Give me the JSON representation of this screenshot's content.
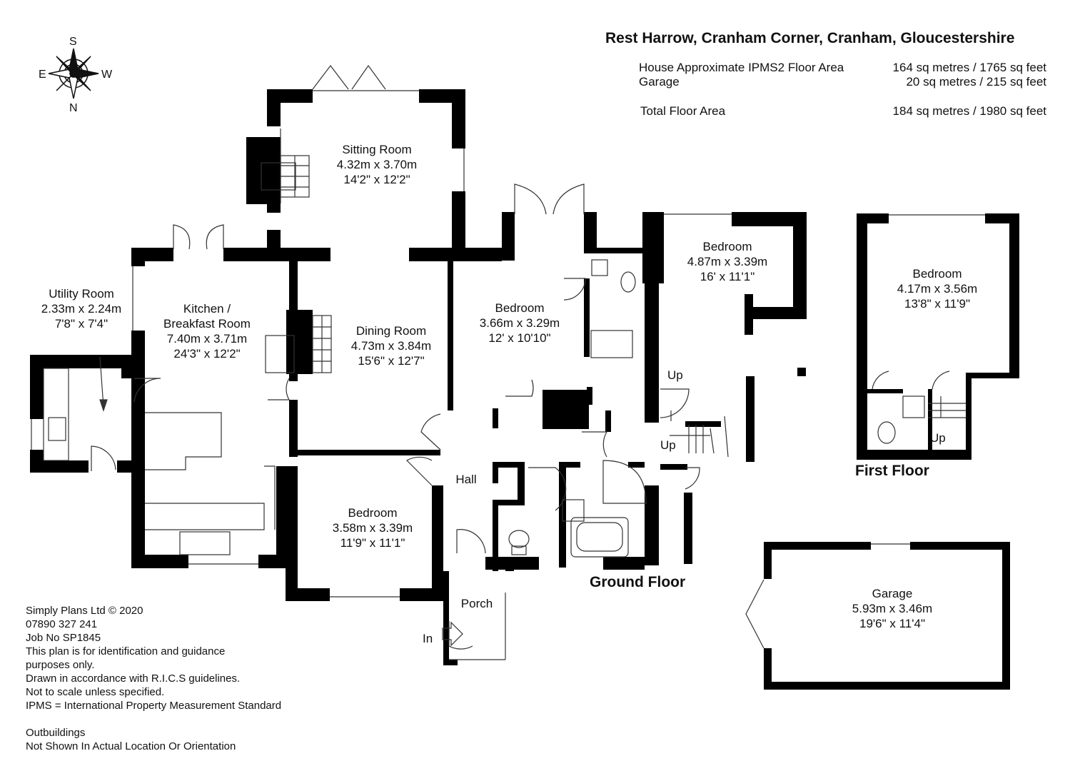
{
  "title": "Rest Harrow, Cranham Corner, Cranham, Gloucestershire",
  "areas": [
    {
      "label": "House Approximate IPMS2 Floor Area",
      "value": "164 sq metres / 1765 sq feet"
    },
    {
      "label": "Garage",
      "value": "20 sq metres /   215 sq feet"
    },
    {
      "label": "Total Floor Area",
      "value": "184 sq metres / 1980 sq feet"
    }
  ],
  "compass": {
    "n": "N",
    "s": "S",
    "e": "E",
    "w": "W"
  },
  "rooms": {
    "sitting": {
      "name": "Sitting Room",
      "metric": "4.32m x 3.70m",
      "imperial": "14'2\" x 12'2\""
    },
    "kitchen": {
      "name": "Kitchen /",
      "name2": "Breakfast Room",
      "metric": "7.40m x 3.71m",
      "imperial": "24'3\" x 12'2\""
    },
    "utility": {
      "name": "Utility Room",
      "metric": "2.33m x 2.24m",
      "imperial": "7'8\" x 7'4\""
    },
    "dining": {
      "name": "Dining Room",
      "metric": "4.73m x 3.84m",
      "imperial": "15'6\" x 12'7\""
    },
    "bedroom_centre": {
      "name": "Bedroom",
      "metric": "3.66m x 3.29m",
      "imperial": "12' x 10'10\""
    },
    "bedroom_right": {
      "name": "Bedroom",
      "metric": "4.87m x 3.39m",
      "imperial": "16' x 11'1\""
    },
    "bedroom_lower": {
      "name": "Bedroom",
      "metric": "3.58m x 3.39m",
      "imperial": "11'9\" x 11'1\""
    },
    "bedroom_first": {
      "name": "Bedroom",
      "metric": "4.17m x 3.56m",
      "imperial": "13'8\" x 11'9\""
    },
    "garage": {
      "name": "Garage",
      "metric": "5.93m x 3.46m",
      "imperial": "19'6\" x 11'4\""
    },
    "hall": {
      "name": "Hall"
    },
    "porch": {
      "name": "Porch"
    }
  },
  "markers": {
    "up1": "Up",
    "up2": "Up",
    "up3": "Up",
    "entry": "In"
  },
  "floors": {
    "ground": "Ground Floor",
    "first": "First Floor"
  },
  "notes": [
    "Simply Plans Ltd © 2020",
    "07890 327 241",
    "Job No SP1845",
    "This plan is for identification and guidance",
    "purposes only.",
    "Drawn in accordance with R.I.C.S guidelines.",
    "Not to scale unless specified.",
    "IPMS = International Property Measurement Standard",
    "",
    "Outbuildings",
    "Not Shown In Actual Location Or Orientation"
  ]
}
